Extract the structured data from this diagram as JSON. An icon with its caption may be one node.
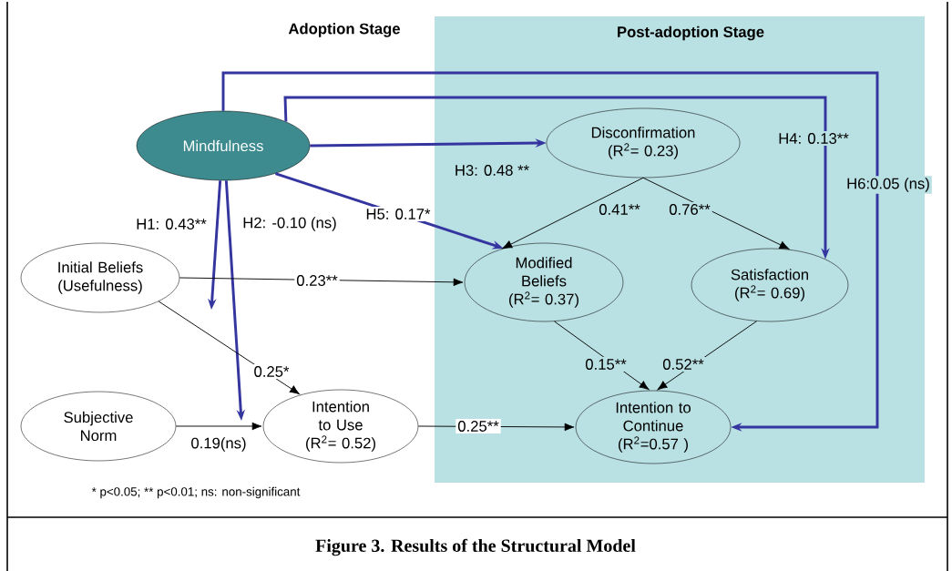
{
  "diagram": {
    "caption": "Figure 3.  Results of the Structural Model",
    "nodes": [
      {
        "text": [
          "Post-adoption Stage"
        ]
      },
      {
        "text": [
          "Mindfulness"
        ]
      },
      {
        "text": [
          "Disconfirmation (R$^{2}$= 0.23)"
        ],
        "in": 0
      },
      {
        "text": [
          "Initial Beliefs (Usefulness)"
        ]
      },
      {
        "text": [
          "Modified Beliefs (R$^{2}$= 0.37)"
        ],
        "in": 0
      },
      {
        "text": [
          "Satisfaction (R$^{2}$= 0.69)"
        ],
        "in": 0
      },
      {
        "text": [
          "Subjective Norm"
        ]
      },
      {
        "text": [
          "Intention to Use (R$^{2}$= 0.52)"
        ]
      },
      {
        "text": [
          "Intention to Continue (R$^{2}$=0.57 )"
        ],
        "in": 0
      }
    ],
    "edges": [
      {
        "from": 1,
        "to": 8,
        "arrow": "to",
        "label": "H6:0.05 (ns)",
        "style": "thick",
        "color": "#3535a0"
      },
      {
        "from": 1,
        "to": 5,
        "arrow": "to",
        "label": "H4: 0.13**",
        "style": "thick",
        "color": "#3535a0"
      },
      {
        "from": 1,
        "to": 2,
        "arrow": "to",
        "label": "H3: 0.48 **",
        "style": "thick",
        "color": "#3535a0"
      },
      {
        "from": 1,
        "to": 4,
        "arrow": "to",
        "label": "H5: 0.17*",
        "style": "thick",
        "color": "#3535a0"
      },
      {
        "from": 1,
        "to": null,
        "arrow": "to",
        "label": "H1: 0.43**",
        "style": "thick",
        "color": "#3535a0"
      },
      {
        "from": 1,
        "to": null,
        "arrow": "to",
        "label": "H2: -0.10 (ns)",
        "style": "thick",
        "color": "#3535a0"
      },
      {
        "from": 2,
        "to": 4,
        "arrow": "to",
        "label": "0.41**"
      },
      {
        "from": 2,
        "to": 5,
        "arrow": "to",
        "label": "0.76**"
      },
      {
        "from": 3,
        "to": 4,
        "arrow": "to",
        "label": "0.23**"
      },
      {
        "from": 3,
        "to": 7,
        "arrow": "to",
        "label": "0.25*"
      },
      {
        "from": 4,
        "to": 8,
        "arrow": "to",
        "label": "0.15**"
      },
      {
        "from": 5,
        "to": 8,
        "arrow": "to",
        "label": "0.52**"
      },
      {
        "from": 6,
        "to": 7,
        "arrow": "to",
        "label": "0.19(ns)"
      },
      {
        "from": 7,
        "to": 8,
        "arrow": "to",
        "label": "0.25**"
      }
    ],
    "labels": [
      "Adoption Stage",
      "* p<0.05;  ** p<0.01; ns: non-significant"
    ]
  }
}
